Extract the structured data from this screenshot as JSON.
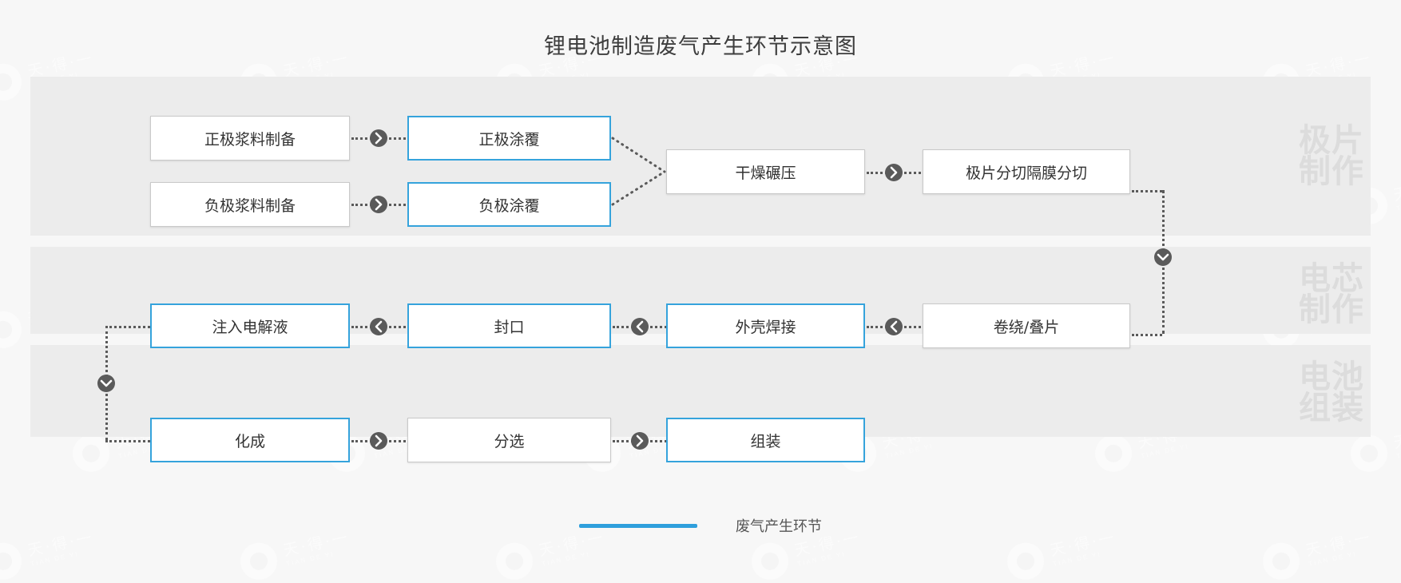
{
  "title": "锂电池制造废气产生环节示意图",
  "legend": {
    "swatch_color": "#2f9fdc",
    "label": "废气产生环节"
  },
  "colors": {
    "emission_border": "#35a3dc",
    "normal_border": "#c9c9c9",
    "band_background": "#ececec",
    "page_background": "#f7f7f7",
    "connector": "#5a5a5a",
    "stage_label": "#dcdcdc"
  },
  "stages": [
    {
      "label": "极片\n制作",
      "line1": "极片",
      "line2": "制作"
    },
    {
      "label": "电芯\n制作",
      "line1": "电芯",
      "line2": "制作"
    },
    {
      "label": "电池\n组装",
      "line1": "电池",
      "line2": "组装"
    }
  ],
  "nodes": [
    {
      "id": "cathode-slurry",
      "label": "正极浆料制备",
      "emission": false,
      "stage": 0
    },
    {
      "id": "anode-slurry",
      "label": "负极浆料制备",
      "emission": false,
      "stage": 0
    },
    {
      "id": "cathode-coating",
      "label": "正极涂覆",
      "emission": true,
      "stage": 0
    },
    {
      "id": "anode-coating",
      "label": "负极涂覆",
      "emission": true,
      "stage": 0
    },
    {
      "id": "drying-rolling",
      "label": "干燥碾压",
      "emission": false,
      "stage": 0
    },
    {
      "id": "slitting",
      "label": "极片分切隔膜分切",
      "emission": false,
      "stage": 0
    },
    {
      "id": "winding",
      "label": "卷绕/叠片",
      "emission": false,
      "stage": 1
    },
    {
      "id": "shell-welding",
      "label": "外壳焊接",
      "emission": true,
      "stage": 1
    },
    {
      "id": "sealing",
      "label": "封口",
      "emission": true,
      "stage": 1
    },
    {
      "id": "electrolyte",
      "label": "注入电解液",
      "emission": true,
      "stage": 1
    },
    {
      "id": "formation",
      "label": "化成",
      "emission": true,
      "stage": 2
    },
    {
      "id": "sorting",
      "label": "分选",
      "emission": false,
      "stage": 2
    },
    {
      "id": "assembly",
      "label": "组装",
      "emission": true,
      "stage": 2
    }
  ],
  "connectors": [
    {
      "from": "cathode-slurry",
      "to": "cathode-coating",
      "direction": "right"
    },
    {
      "from": "anode-slurry",
      "to": "anode-coating",
      "direction": "right"
    },
    {
      "from": "cathode-coating",
      "to": "drying-rolling",
      "direction": "merge"
    },
    {
      "from": "anode-coating",
      "to": "drying-rolling",
      "direction": "merge"
    },
    {
      "from": "drying-rolling",
      "to": "slitting",
      "direction": "right"
    },
    {
      "from": "slitting",
      "to": "winding",
      "direction": "down"
    },
    {
      "from": "winding",
      "to": "shell-welding",
      "direction": "left"
    },
    {
      "from": "shell-welding",
      "to": "sealing",
      "direction": "left"
    },
    {
      "from": "sealing",
      "to": "electrolyte",
      "direction": "left"
    },
    {
      "from": "electrolyte",
      "to": "formation",
      "direction": "down"
    },
    {
      "from": "formation",
      "to": "sorting",
      "direction": "right"
    },
    {
      "from": "sorting",
      "to": "assembly",
      "direction": "right"
    }
  ],
  "watermark": {
    "text": "天·得·一",
    "sub": "TIAN  DE  YI"
  }
}
